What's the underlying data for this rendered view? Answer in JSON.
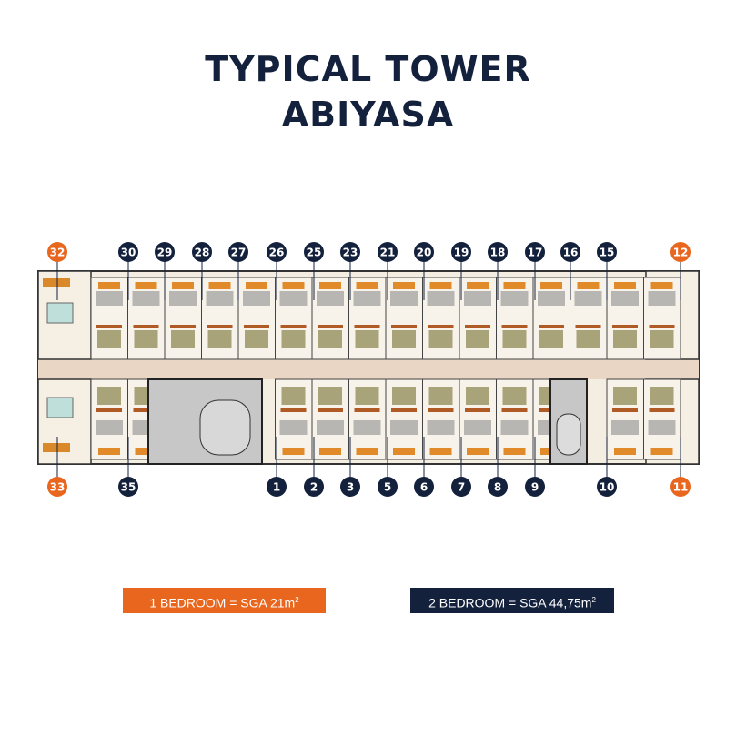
{
  "header": {
    "line1": "TYPICAL TOWER",
    "line2": "ABIYASA"
  },
  "colors": {
    "navy": "#14213d",
    "orange": "#e8661e"
  },
  "plan": {
    "top_units": [
      {
        "label": "32",
        "type": "orange"
      },
      {
        "label": "30",
        "type": "navy"
      },
      {
        "label": "29",
        "type": "navy"
      },
      {
        "label": "28",
        "type": "navy"
      },
      {
        "label": "27",
        "type": "navy"
      },
      {
        "label": "26",
        "type": "navy"
      },
      {
        "label": "25",
        "type": "navy"
      },
      {
        "label": "23",
        "type": "navy"
      },
      {
        "label": "21",
        "type": "navy"
      },
      {
        "label": "20",
        "type": "navy"
      },
      {
        "label": "19",
        "type": "navy"
      },
      {
        "label": "18",
        "type": "navy"
      },
      {
        "label": "17",
        "type": "navy"
      },
      {
        "label": "16",
        "type": "navy"
      },
      {
        "label": "15",
        "type": "navy"
      },
      {
        "label": "12",
        "type": "orange"
      }
    ],
    "bottom_units": [
      {
        "label": "33",
        "type": "orange"
      },
      {
        "label": "35",
        "type": "navy"
      },
      {
        "label": "1",
        "type": "navy"
      },
      {
        "label": "2",
        "type": "navy"
      },
      {
        "label": "3",
        "type": "navy"
      },
      {
        "label": "5",
        "type": "navy"
      },
      {
        "label": "6",
        "type": "navy"
      },
      {
        "label": "7",
        "type": "navy"
      },
      {
        "label": "8",
        "type": "navy"
      },
      {
        "label": "9",
        "type": "navy"
      },
      {
        "label": "10",
        "type": "navy"
      },
      {
        "label": "11",
        "type": "orange"
      }
    ]
  },
  "legend": {
    "one_bedroom": {
      "text": "1 BEDROOM = SGA 21m",
      "sup": "2"
    },
    "two_bedroom": {
      "text": "2 BEDROOM = SGA 44,75m",
      "sup": "2"
    }
  }
}
